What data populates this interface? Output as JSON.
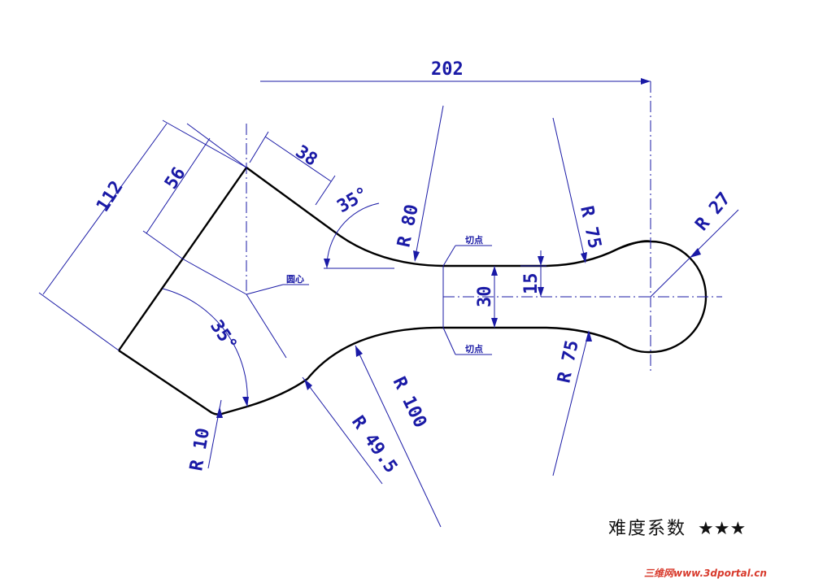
{
  "dimensions": {
    "d202": "202",
    "d112": "112",
    "d56": "56",
    "d38": "38",
    "a35_top": "35°",
    "a35_left": "35°",
    "r80": "R 80",
    "r75_top": "R 75",
    "r75_bottom": "R 75",
    "r27": "R 27",
    "r10": "R 10",
    "r49_5": "R 49.5",
    "r100": "R 100",
    "d30": "30",
    "d15": "15"
  },
  "labels": {
    "tangent_top": "切点",
    "tangent_bottom": "切点",
    "center": "圆心"
  },
  "rating": {
    "label": "难度系数",
    "stars": "★★★"
  },
  "watermark": "三维网www.3dportal.cn"
}
